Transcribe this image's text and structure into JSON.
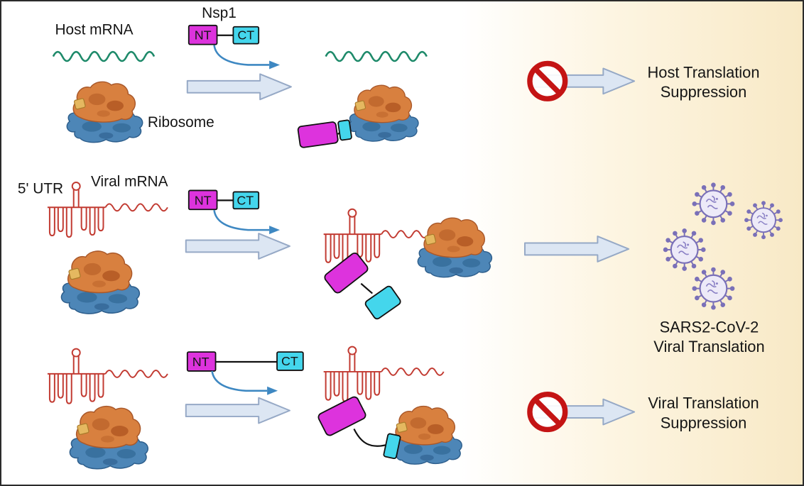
{
  "labels": {
    "nsp1": "Nsp1",
    "host_mrna": "Host mRNA",
    "ribosome": "Ribosome",
    "five_prime_utr": "5' UTR",
    "viral_mrna": "Viral mRNA",
    "nt": "NT",
    "ct": "CT"
  },
  "outcomes": {
    "host_suppression": {
      "line1": "Host Translation",
      "line2": "Suppression"
    },
    "viral_translation": {
      "line1": "SARS2-CoV-2",
      "line2": "Viral Translation"
    },
    "viral_suppression": {
      "line1": "Viral Translation",
      "line2": "Suppression"
    }
  },
  "icons": {
    "prohibition-icon": "red circle with diagonal bar (no / blocked)",
    "virion-icon": "spiked coronavirus particle",
    "ribosome-icon": "two-subunit ribosome blob (orange large, blue small)",
    "block-arrow-icon": "light blue outlined right arrow",
    "action-arrow-icon": "curved blue arrow from Nsp1 to reaction"
  },
  "colors": {
    "nt_domain": "#dd33dd",
    "ct_domain": "#44d6ec",
    "host_mrna_strand": "#1e8a6a",
    "viral_mrna_strand": "#c23b32",
    "ribosome_large_subunit": "#d8803f",
    "ribosome_small_subunit": "#4d86b7",
    "block_arrow_fill": "#dce6f3",
    "block_arrow_stroke": "#96a9c6",
    "prohibition_sign": "#c41414",
    "virion": "#7a70b8",
    "background_right": "#f8e9c6",
    "text": "#111111"
  }
}
